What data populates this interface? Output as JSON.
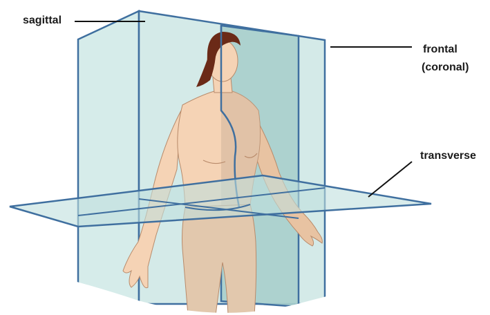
{
  "labels": {
    "sagittal": "sagittal",
    "frontal": "frontal",
    "coronal": "(coronal)",
    "transverse": "transverse"
  },
  "colors": {
    "plane_fill": "#cfe7e6",
    "plane_fill_dark": "#a9cfcc",
    "plane_edge": "#3f6f9f",
    "skin": "#f5d3b5",
    "skin_shadow": "#e3b896",
    "hair": "#6b2a17",
    "leader_line": "#111111"
  }
}
